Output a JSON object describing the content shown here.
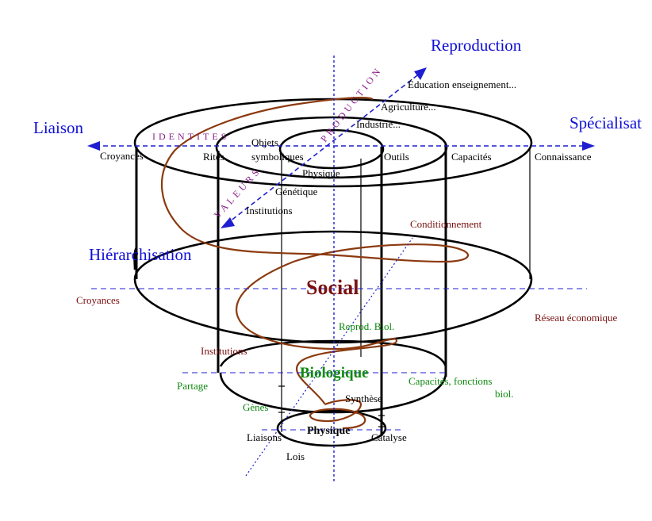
{
  "axes": {
    "reproduction": "Reproduction",
    "liaison": "Liaison",
    "specialisation": "Spécialisat",
    "hierarchisation": "Hiérarchisation"
  },
  "diagonal_labels": {
    "identites": "IDENTITES",
    "production": "PRODUCTION",
    "valeurs": "VALEURS"
  },
  "levels": {
    "social": "Social",
    "biologique": "Biologique",
    "physique": "Physique"
  },
  "labels": {
    "education": "Éducation enseignement...",
    "agriculture": "Agriculture...",
    "industrie": "Industrie...",
    "croyances_top": "Croyances",
    "rites": "Rites",
    "objets": "Objets",
    "symboliques": "symboliques",
    "physique_small": "Physique",
    "outils": "Outils",
    "capacites": "Capacités",
    "connaissance": "Connaissance",
    "genetique": "Génétique",
    "institutions_top": "Institutions",
    "conditionnement": "Conditionnement",
    "croyances_mid": "Croyances",
    "reseau": "Réseau économique",
    "reprod_biol": "Reprod. Biol.",
    "institutions_mid": "Institutions",
    "partage": "Partage",
    "capacites_fonctions": "Capacités, fonctions",
    "biol": "biol.",
    "synthese": "Synthèse",
    "genes": "Gènes",
    "liaisons": "Liaisons",
    "catalyse": "Catalyse",
    "lois": "Lois"
  },
  "colors": {
    "axis_blue": "#1f1fd0",
    "label_blue": "#0f0fd6",
    "social_maroon": "#7a1010",
    "bio_green": "#0f8a0f",
    "diag_purple": "#8a1f8a",
    "spiral_brown": "#8b3a0f"
  }
}
